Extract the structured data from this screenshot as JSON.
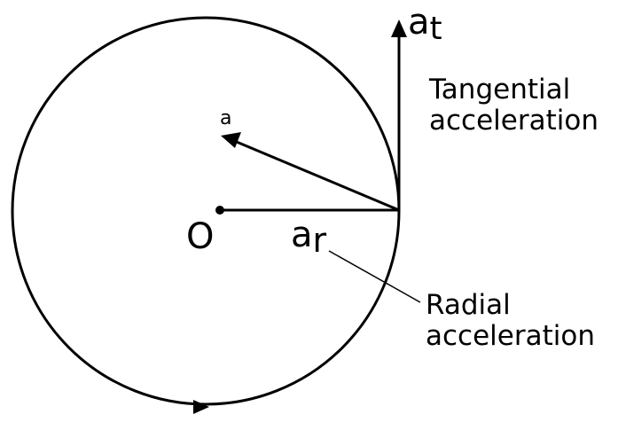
{
  "labels": {
    "origin": "O",
    "resultant": "a",
    "tangential_symbol": "a",
    "tangential_subscript": "t",
    "radial_symbol": "a",
    "radial_subscript": "r",
    "tangential_line1": "Tangential",
    "tangential_line2": "acceleration",
    "radial_line1": "Radial",
    "radial_line2": "acceleration"
  },
  "colors": {
    "stroke": "#000000",
    "background": "#ffffff"
  }
}
